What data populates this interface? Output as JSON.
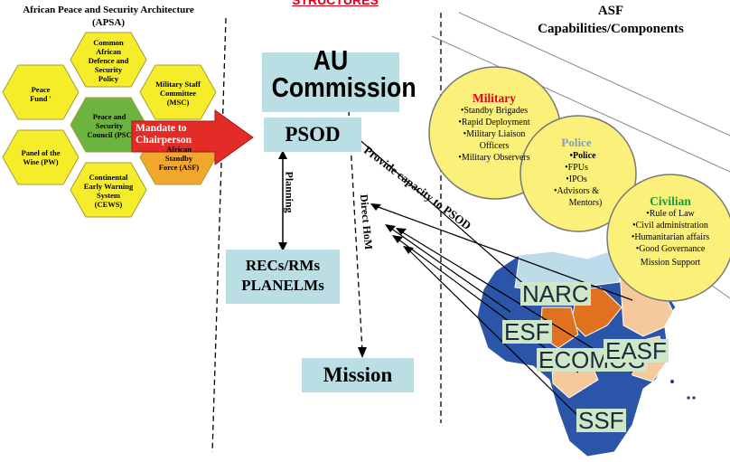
{
  "apsa_title_line1": "African Peace and Security Architecture",
  "apsa_title_line2": "(APSA)",
  "structures_title": "STRUCTURES",
  "asf_title_line1": "ASF",
  "asf_title_line2": "Capabilities/Components",
  "hexagons": {
    "cadsp": [
      "Common",
      "African",
      "Defence  and",
      "Security",
      "Policy"
    ],
    "peace_fund": [
      "Peace",
      "Fund '"
    ],
    "msc": [
      "Military Staff",
      "Committee",
      "(MSC)"
    ],
    "psc": [
      "Peace and",
      "Security",
      "Council (PSC"
    ],
    "asf": [
      "African",
      "Standby",
      "Force (ASF)"
    ],
    "pw": [
      "Panel of the",
      "Wise (PW)"
    ],
    "cews": [
      "Continental",
      "Early Warning",
      "System",
      "(CEWS)"
    ]
  },
  "mandate_arrow": [
    "Mandate  to",
    "Chairperson"
  ],
  "au_commission": [
    "AU",
    "Commission"
  ],
  "psod": "PSOD",
  "planning": "Planning",
  "direct_hom": "Direct HoM",
  "recs": [
    "RECs/RMs",
    "PLANELMs"
  ],
  "mission": "Mission",
  "provide_capacity": "Provide capacity to PSOD",
  "military": {
    "title": "Military",
    "items": [
      "•Standby Brigades",
      "•Rapid Deployment",
      "•Military Liaison",
      "Officers",
      "•Military Observers"
    ]
  },
  "police": {
    "title": "Police",
    "items": [
      "•Police",
      "•FPUs",
      "•IPOs",
      "•Advisors &",
      "Mentors)"
    ]
  },
  "civilian": {
    "title": "Civilian",
    "items": [
      "•Rule of Law",
      "•Civil administration",
      "•Humanitarian affairs",
      "•Good Governance",
      "Mission Support"
    ]
  },
  "regions": {
    "narc": "NARC",
    "esf": "ESF",
    "ecomog": "ECOMOG",
    "easf": "EASF",
    "ssf": "SSF"
  },
  "colors": {
    "hex_yellow": "#f5ec2a",
    "hex_green": "#6db33f",
    "hex_orange": "#f0a72c",
    "box_blue": "#b9dfe5",
    "circle_yellow": "#fbf07a",
    "arrow_red": "#e32b27",
    "military_red": "#e3001b",
    "police_blue": "#7f9fc8",
    "civilian_green": "#1a9c3c",
    "region_label_bg": "#cfe7c9"
  }
}
